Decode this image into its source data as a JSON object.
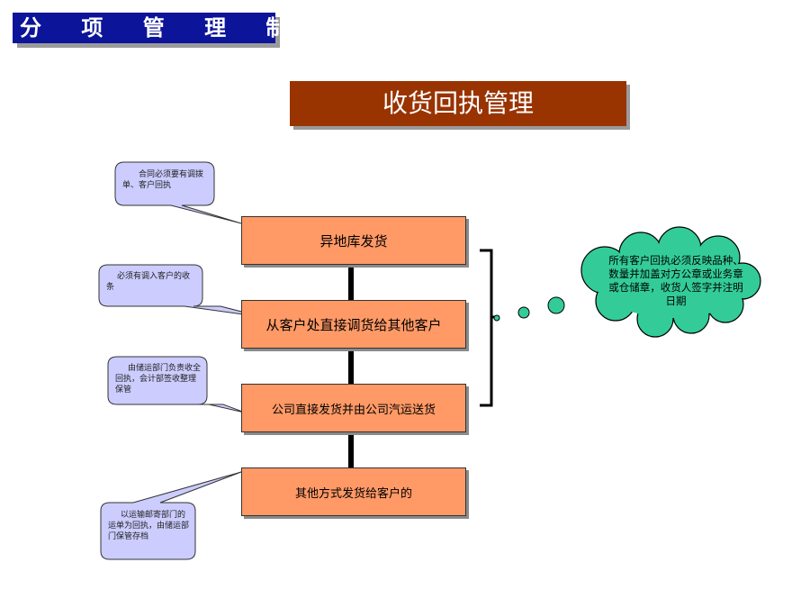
{
  "header": {
    "label": "分 项 管 理 制 度"
  },
  "title": "收货回执管理",
  "flow_boxes": [
    "异地库发货",
    "从客户处直接调货给其他客户",
    "公司直接发货并由公司汽运送货",
    "其他方式发货给客户的"
  ],
  "notes": [
    "合同必须要有调拨单、客户回执",
    "必须有调入客户的收条",
    "由储运部门负责收全回执，会计部签收整理保管",
    "以运输邮寄部门的运单为回执，由储运部门保管存档"
  ],
  "cloud": "所有客户回执必须反映品种、数量并加盖对方公章或业务章或仓储章，收货人签字并注明日期",
  "colors": {
    "header_bg": "#0c1499",
    "title_bg": "#993300",
    "box_fill": "#ff9966",
    "note_fill": "#ccccff",
    "cloud_fill": "#33cc99"
  }
}
